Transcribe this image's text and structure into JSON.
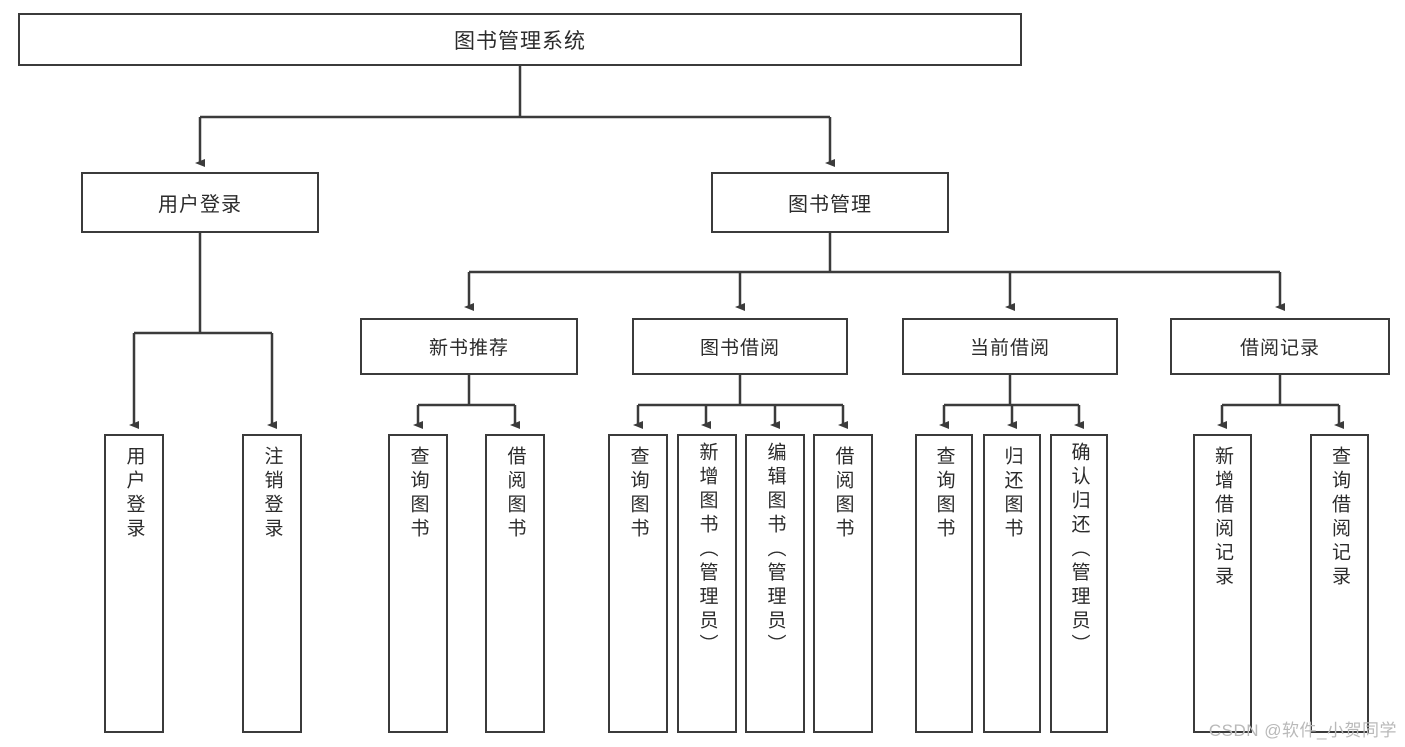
{
  "diagram": {
    "title": "图书管理系统",
    "type": "tree-hierarchy",
    "root": {
      "label": "图书管理系统"
    },
    "level2": [
      {
        "label": "用户登录"
      },
      {
        "label": "图书管理"
      }
    ],
    "level3": [
      {
        "label": "新书推荐"
      },
      {
        "label": "图书借阅"
      },
      {
        "label": "当前借阅"
      },
      {
        "label": "借阅记录"
      }
    ],
    "leaves": {
      "user_login": [
        {
          "label": "用户登录"
        },
        {
          "label": "注销登录"
        }
      ],
      "new_book_recommend": [
        {
          "label": "查询图书"
        },
        {
          "label": "借阅图书"
        }
      ],
      "book_borrow": [
        {
          "label": "查询图书"
        },
        {
          "label": "新增图书（管理员）"
        },
        {
          "label": "编辑图书（管理员）"
        },
        {
          "label": "借阅图书"
        }
      ],
      "current_borrow": [
        {
          "label": "查询图书"
        },
        {
          "label": "归还图书"
        },
        {
          "label": "确认归还（管理员）"
        }
      ],
      "borrow_record": [
        {
          "label": "新增借阅记录"
        },
        {
          "label": "查询借阅记录"
        }
      ]
    }
  },
  "watermark": {
    "text": "CSDN @软件_小贺同学"
  },
  "colors": {
    "border": "#3b3b3b",
    "text": "#2b2b2b",
    "background": "#ffffff",
    "watermark": "#b9b9b9"
  }
}
